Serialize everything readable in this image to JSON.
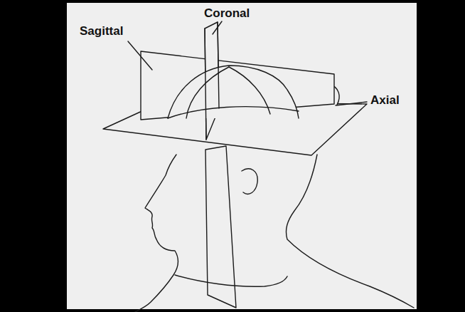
{
  "diagram": {
    "labels": [
      "Sagittal",
      "Coronal",
      "Axial"
    ]
  }
}
